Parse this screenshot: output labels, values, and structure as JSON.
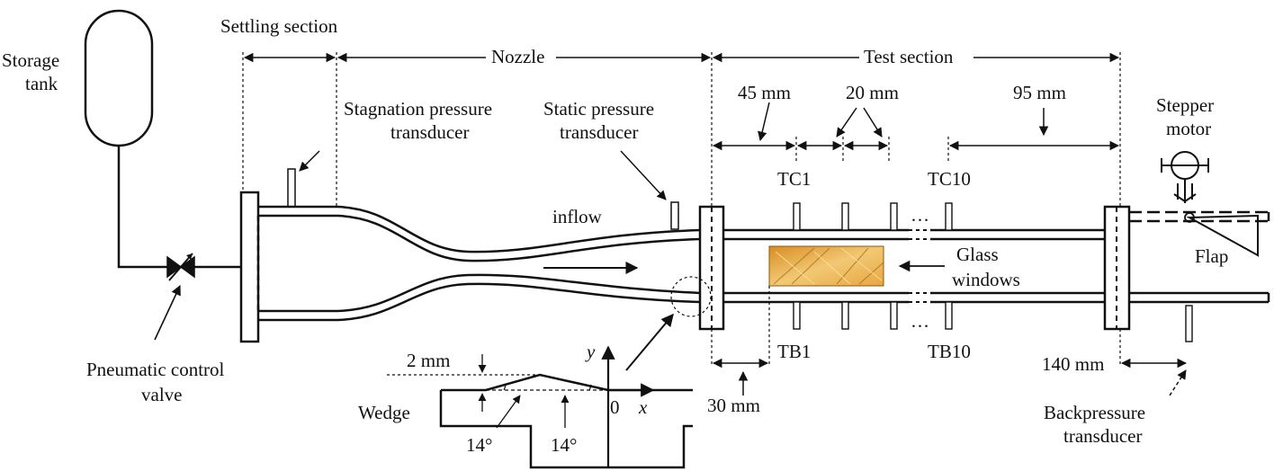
{
  "labels": {
    "storage_tank_line1": "Storage",
    "storage_tank_line2": "tank",
    "settling_section": "Settling section",
    "nozzle": "Nozzle",
    "test_section": "Test section",
    "stagnation_line1": "Stagnation pressure",
    "stagnation_line2": "transducer",
    "static_line1": "Static pressure",
    "static_line2": "transducer",
    "dim_45": "45 mm",
    "dim_20": "20 mm",
    "dim_95": "95 mm",
    "stepper_line1": "Stepper",
    "stepper_line2": "motor",
    "tc1": "TC1",
    "tc10": "TC10",
    "tb1": "TB1",
    "tb10": "TB10",
    "inflow": "inflow",
    "glass_line1": "Glass",
    "glass_line2": "windows",
    "flap": "Flap",
    "valve_line1": "Pneumatic control",
    "valve_line2": "valve",
    "dim_2": "2 mm",
    "wedge": "Wedge",
    "angle1": "14°",
    "angle2": "14°",
    "axis_y": "y",
    "axis_x": "x",
    "origin": "0",
    "dim_30": "30 mm",
    "dim_140": "140 mm",
    "back_line1": "Backpressure",
    "back_line2": "transducer",
    "dots_top": "…",
    "dots_bottom": "…"
  },
  "colors": {
    "ink": "#111111",
    "window_fill": "#e8b04a",
    "window_dark": "#b8741c"
  }
}
